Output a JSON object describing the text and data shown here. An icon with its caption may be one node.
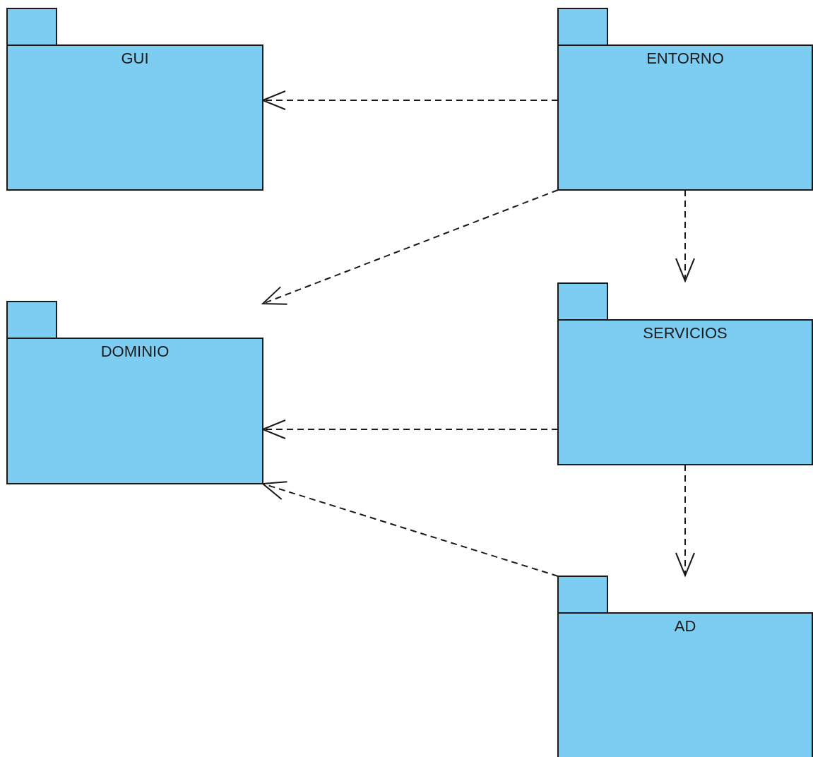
{
  "diagram": {
    "nodes": [
      {
        "text": [
          "GUI"
        ]
      },
      {
        "text": [
          "ENTORNO"
        ]
      },
      {
        "text": [
          "DOMINIO"
        ]
      },
      {
        "text": [
          "SERVICIOS"
        ]
      },
      {
        "text": [
          "AD"
        ]
      }
    ],
    "edges": [
      {
        "from": 1,
        "to": 0,
        "arrow": "to",
        "style": "dashed"
      },
      {
        "from": 1,
        "to": 2,
        "arrow": "to",
        "style": "dashed"
      },
      {
        "from": 1,
        "to": 3,
        "arrow": "to",
        "style": "dashed"
      },
      {
        "from": 3,
        "to": 2,
        "arrow": "to",
        "style": "dashed"
      },
      {
        "from": 4,
        "to": 2,
        "arrow": "to",
        "style": "dashed"
      },
      {
        "from": 3,
        "to": 4,
        "arrow": "to",
        "style": "dashed"
      }
    ]
  }
}
